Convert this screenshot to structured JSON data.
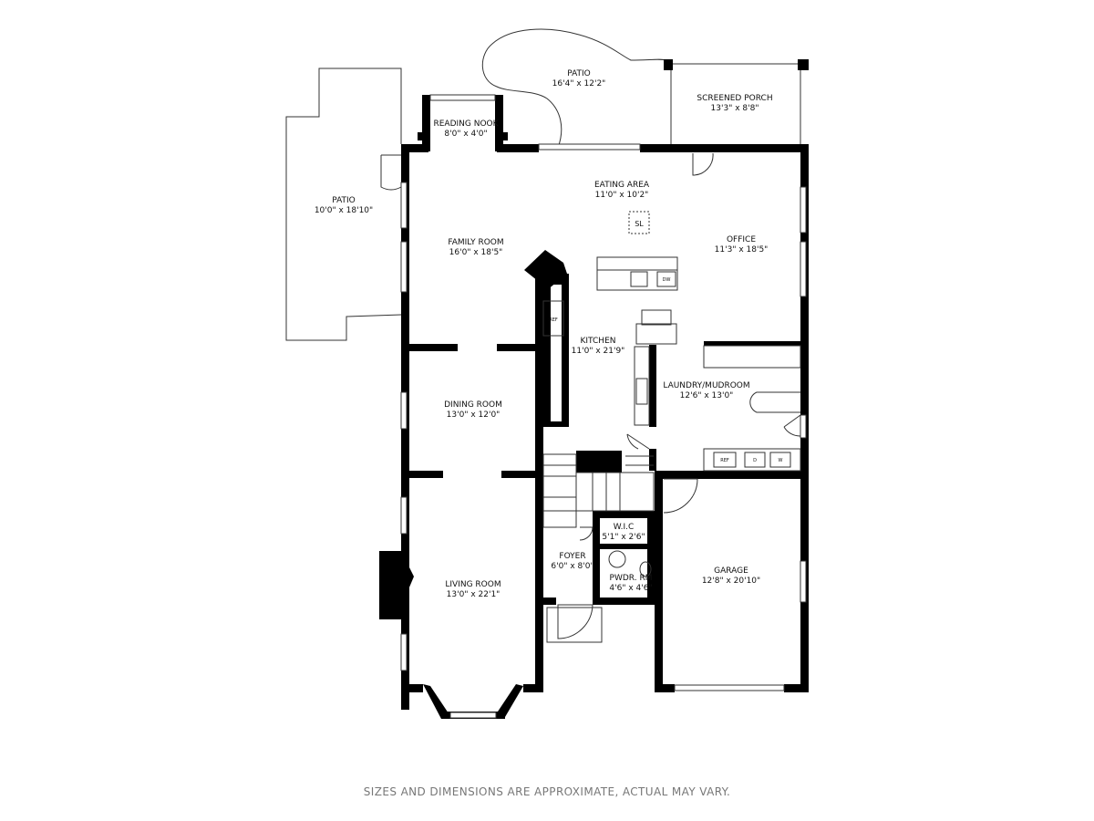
{
  "rooms": [
    {
      "id": "patio-west",
      "name": "PATIO",
      "dims": "10'0\" x 18'10\""
    },
    {
      "id": "reading-nook",
      "name": "READING NOOK",
      "dims": "8'0\" x 4'0\""
    },
    {
      "id": "patio-north",
      "name": "PATIO",
      "dims": "16'4\" x 12'2\""
    },
    {
      "id": "screened-porch",
      "name": "SCREENED PORCH",
      "dims": "13'3\" x 8'8\""
    },
    {
      "id": "eating-area",
      "name": "EATING AREA",
      "dims": "11'0\" x 10'2\""
    },
    {
      "id": "family-room",
      "name": "FAMILY ROOM",
      "dims": "16'0\" x 18'5\""
    },
    {
      "id": "office",
      "name": "OFFICE",
      "dims": "11'3\" x 18'5\""
    },
    {
      "id": "kitchen",
      "name": "KITCHEN",
      "dims": "11'0\" x 21'9\""
    },
    {
      "id": "laundry",
      "name": "LAUNDRY/MUDROOM",
      "dims": "12'6\" x 13'0\""
    },
    {
      "id": "dining-room",
      "name": "DINING ROOM",
      "dims": "13'0\" x 12'0\""
    },
    {
      "id": "wic",
      "name": "W.I.C",
      "dims": "5'1\" x 2'6\""
    },
    {
      "id": "foyer",
      "name": "FOYER",
      "dims": "6'0\" x 8'0\""
    },
    {
      "id": "powder-room",
      "name": "PWDR. RM",
      "dims": "4'6\" x 4'6\""
    },
    {
      "id": "garage",
      "name": "GARAGE",
      "dims": "12'8\" x 20'10\""
    },
    {
      "id": "living-room",
      "name": "LIVING ROOM",
      "dims": "13'0\" x 22'1\""
    }
  ],
  "fixtures": {
    "skylight": "SL",
    "fridge_kitchen": "REF",
    "fridge_laundry": "REF",
    "dishwasher": "DW",
    "dryer": "D",
    "washer": "W"
  },
  "disclaimer": "SIZES AND DIMENSIONS ARE APPROXIMATE, ACTUAL MAY VARY.",
  "colors": {
    "wall": "#000000",
    "thin_line": "#333333",
    "window": "#ffffff",
    "text": "#111111",
    "disclaimer": "#777777"
  }
}
